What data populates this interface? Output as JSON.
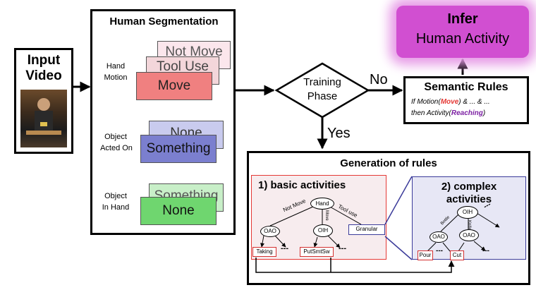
{
  "input": {
    "title_line1": "Input",
    "title_line2": "Video"
  },
  "segmentation": {
    "title": "Human Segmentation",
    "hand_motion": {
      "label_line1": "Hand",
      "label_line2": "Motion",
      "cards": [
        "Not Move",
        "Tool Use",
        "Move"
      ]
    },
    "object_acted_on": {
      "label_line1": "Object",
      "label_line2": "Acted On",
      "cards": [
        "None",
        "Something"
      ]
    },
    "object_in_hand": {
      "label_line1": "Object",
      "label_line2": "In Hand",
      "cards": [
        "Something",
        "None"
      ]
    }
  },
  "decision": {
    "label_line1": "Training",
    "label_line2": "Phase",
    "no": "No",
    "yes": "Yes"
  },
  "semantic_rules": {
    "title": "Semantic Rules",
    "line1_prefix": "If Motion(",
    "line1_value": "Move",
    "line1_suffix": ") & ... & ...",
    "line2_prefix": "then Activity(",
    "line2_value": "Reaching",
    "line2_suffix": ")"
  },
  "infer": {
    "line1": "Infer",
    "line2": "Human Activity"
  },
  "generation": {
    "title": "Generation of rules",
    "basic": {
      "title": "1) basic activities",
      "root": "Hand",
      "edge_not_move": "Not Move",
      "edge_move": "Move",
      "edge_tool_use": "Tool use",
      "node_oao": "OAO",
      "node_oih": "OIH",
      "granular": "Granular",
      "leaf_taking": "Taking",
      "leaf_putsmtsw": "PutSmtSw",
      "dots": "---"
    },
    "complex": {
      "title_line1": "2) complex",
      "title_line2": "activities",
      "root": "OIH",
      "edge_bottle": "Bottle",
      "edge_knife": "Knife",
      "node_oao_left": "OAO",
      "node_oao_right": "OAO",
      "leaf_pour": "Pour",
      "leaf_cut": "Cut",
      "dots": "---"
    }
  },
  "colors": {
    "move_card": "#f08080",
    "tool_use_card": "#f3d6da",
    "not_move_card": "#fbe6ec",
    "something_blue": "#7b7fcf",
    "none_blue": "#c9cbee",
    "none_green": "#6fd66f",
    "something_green": "#c8efc8",
    "basic_panel": "#f7ecee",
    "complex_panel": "#e7e7f5",
    "infer_glow": "#d14fd1",
    "accent_red": "#e53935",
    "accent_purple": "#7b1fa2"
  }
}
